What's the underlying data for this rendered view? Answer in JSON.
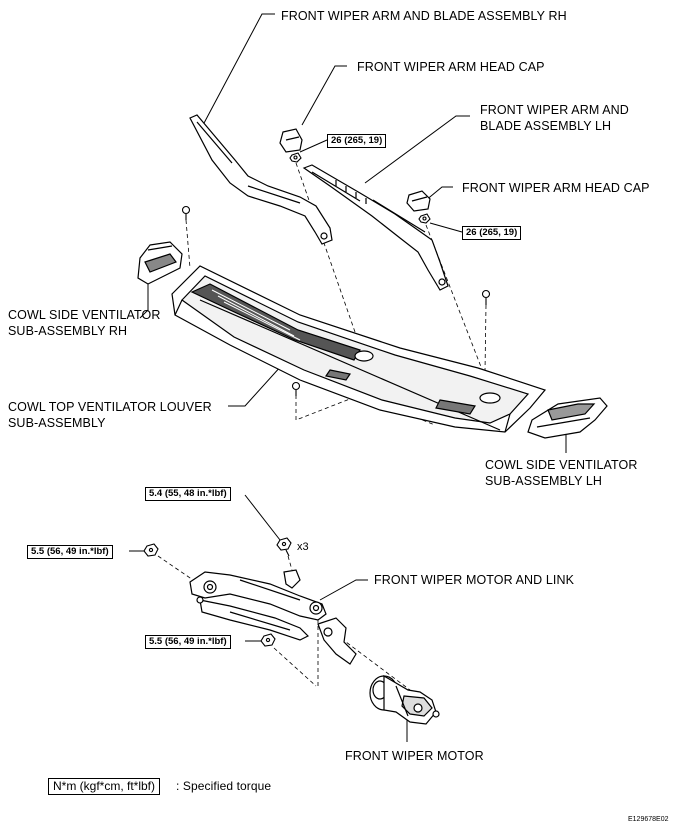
{
  "labels": {
    "wiper_arm_rh": "FRONT WIPER ARM AND BLADE ASSEMBLY RH",
    "head_cap_1": "FRONT WIPER ARM HEAD CAP",
    "wiper_arm_lh_line1": "FRONT WIPER ARM AND",
    "wiper_arm_lh_line2": "BLADE ASSEMBLY LH",
    "head_cap_2": "FRONT WIPER ARM HEAD CAP",
    "cowl_side_rh_line1": "COWL SIDE VENTILATOR",
    "cowl_side_rh_line2": "SUB-ASSEMBLY RH",
    "cowl_top_line1": "COWL TOP VENTILATOR LOUVER",
    "cowl_top_line2": "SUB-ASSEMBLY",
    "cowl_side_lh_line1": "COWL SIDE VENTILATOR",
    "cowl_side_lh_line2": "SUB-ASSEMBLY LH",
    "motor_link": "FRONT WIPER MOTOR AND LINK",
    "motor": "FRONT WIPER MOTOR"
  },
  "torques": {
    "cap_nut_1": "26 (265, 19)",
    "cap_nut_2": "26 (265, 19)",
    "bolt_top": "5.4 (55, 48 in.*lbf)",
    "bolt_left": "5.5 (56, 49 in.*lbf)",
    "bolt_bottom": "5.5 (56, 49 in.*lbf)"
  },
  "quantity": "x3",
  "legend": {
    "unit": "N*m (kgf*cm, ft*lbf)",
    "text": ": Specified torque"
  },
  "figure_code": "E129678E02"
}
